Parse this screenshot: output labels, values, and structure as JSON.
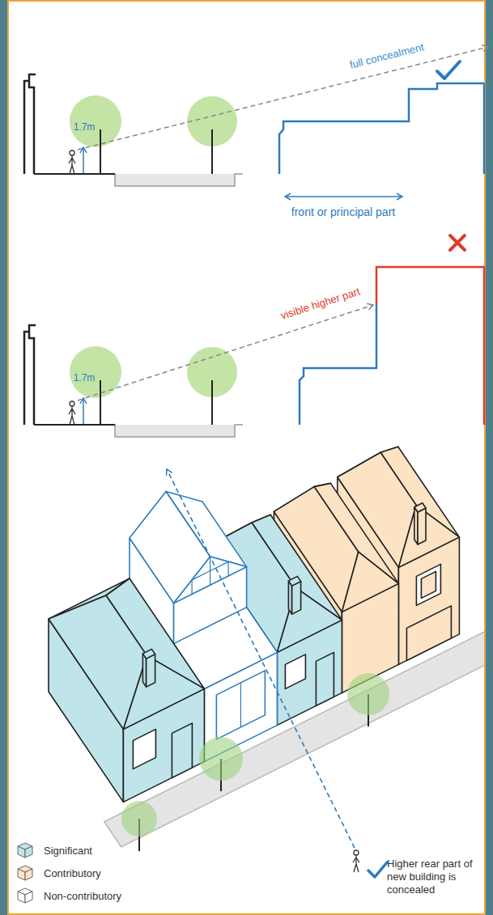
{
  "diagram": {
    "labels": [
      "full concealment",
      "1.7m",
      "front or principal part",
      "visible higher part",
      "1.7m",
      "Higher rear part of new building is concealed"
    ],
    "legend": [
      {
        "text": "Significant",
        "color": "#bfe4ea"
      },
      {
        "text": "Contributory",
        "color": "#fbe3c4"
      },
      {
        "text": "Non-contributory",
        "color": "#ffffff"
      }
    ]
  }
}
